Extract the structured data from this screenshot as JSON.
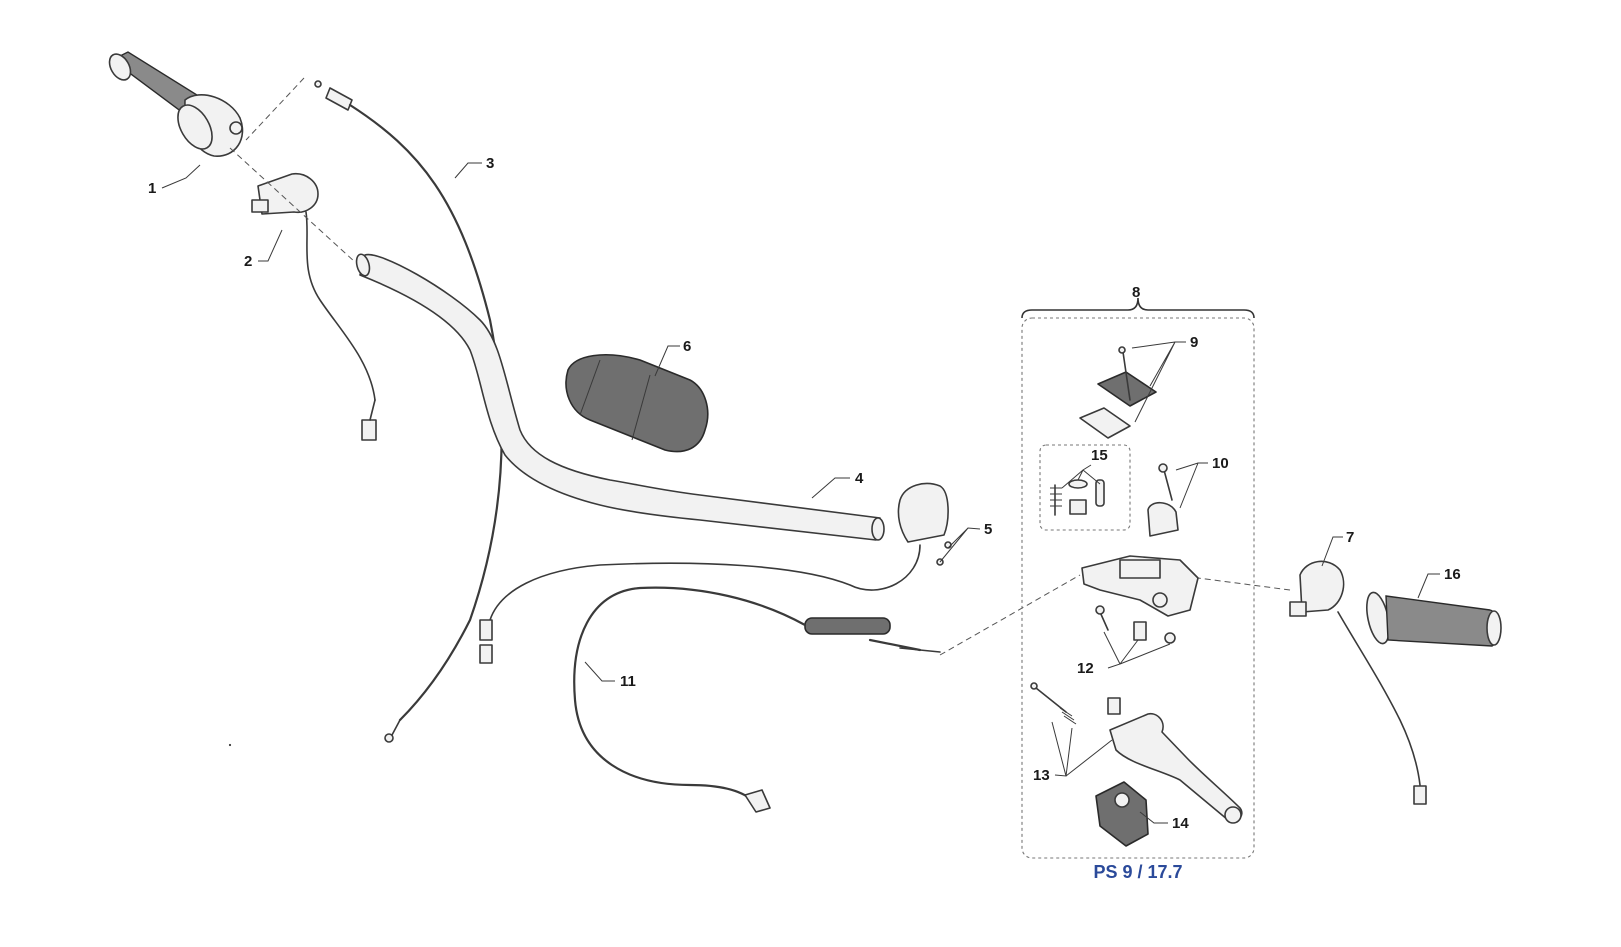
{
  "callouts": {
    "c1": "1",
    "c2": "2",
    "c3": "3",
    "c4": "4",
    "c5": "5",
    "c6": "6",
    "c7": "7",
    "c8": "8",
    "c9": "9",
    "c10": "10",
    "c11": "11",
    "c12": "12",
    "c13": "13",
    "c14": "14",
    "c15": "15",
    "c16": "16"
  },
  "reference": {
    "text": "PS 9 / 17.7",
    "color": "#2b4a9a"
  }
}
